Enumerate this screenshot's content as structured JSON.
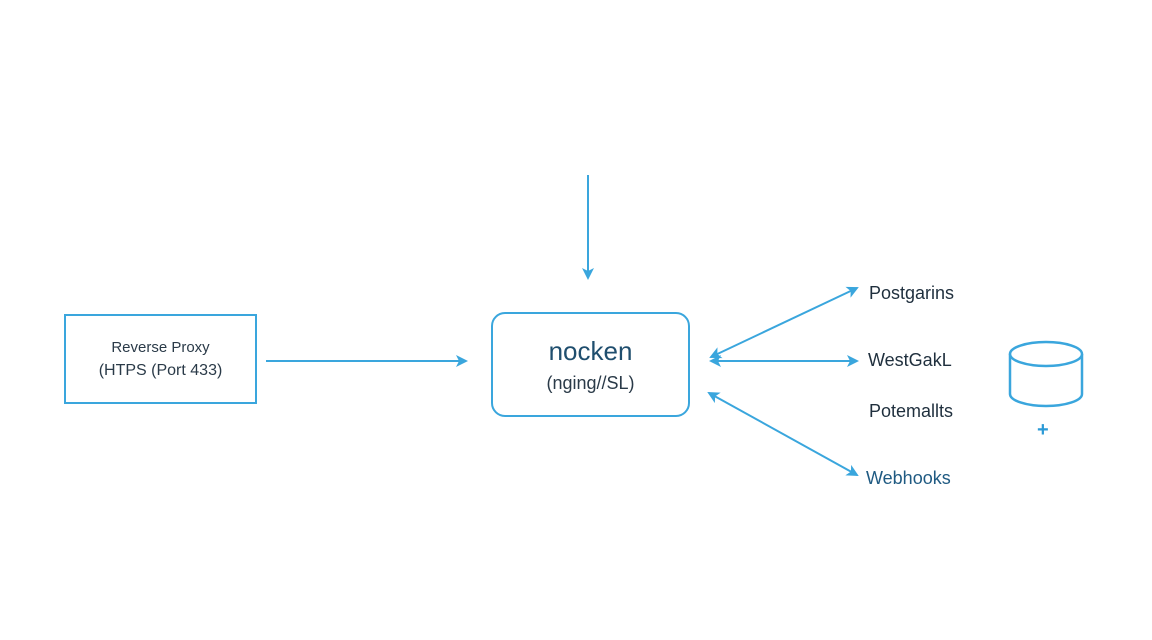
{
  "proxy": {
    "line1": "Reverse Proxy",
    "line2": "(HTPS (Port 433)"
  },
  "center": {
    "title": "nocken",
    "subtitle": "(nging//SL)"
  },
  "targets": {
    "postgres": "Postgarins",
    "westgakl": "WestGakL",
    "potemallts": "Potemallts",
    "webhooks": "Webhooks"
  },
  "colors": {
    "accent": "#3aa6dd",
    "text": "#1f2f3d",
    "link_text": "#1f5a82"
  },
  "icons": {
    "database": "database-icon",
    "add": "plus-icon"
  }
}
